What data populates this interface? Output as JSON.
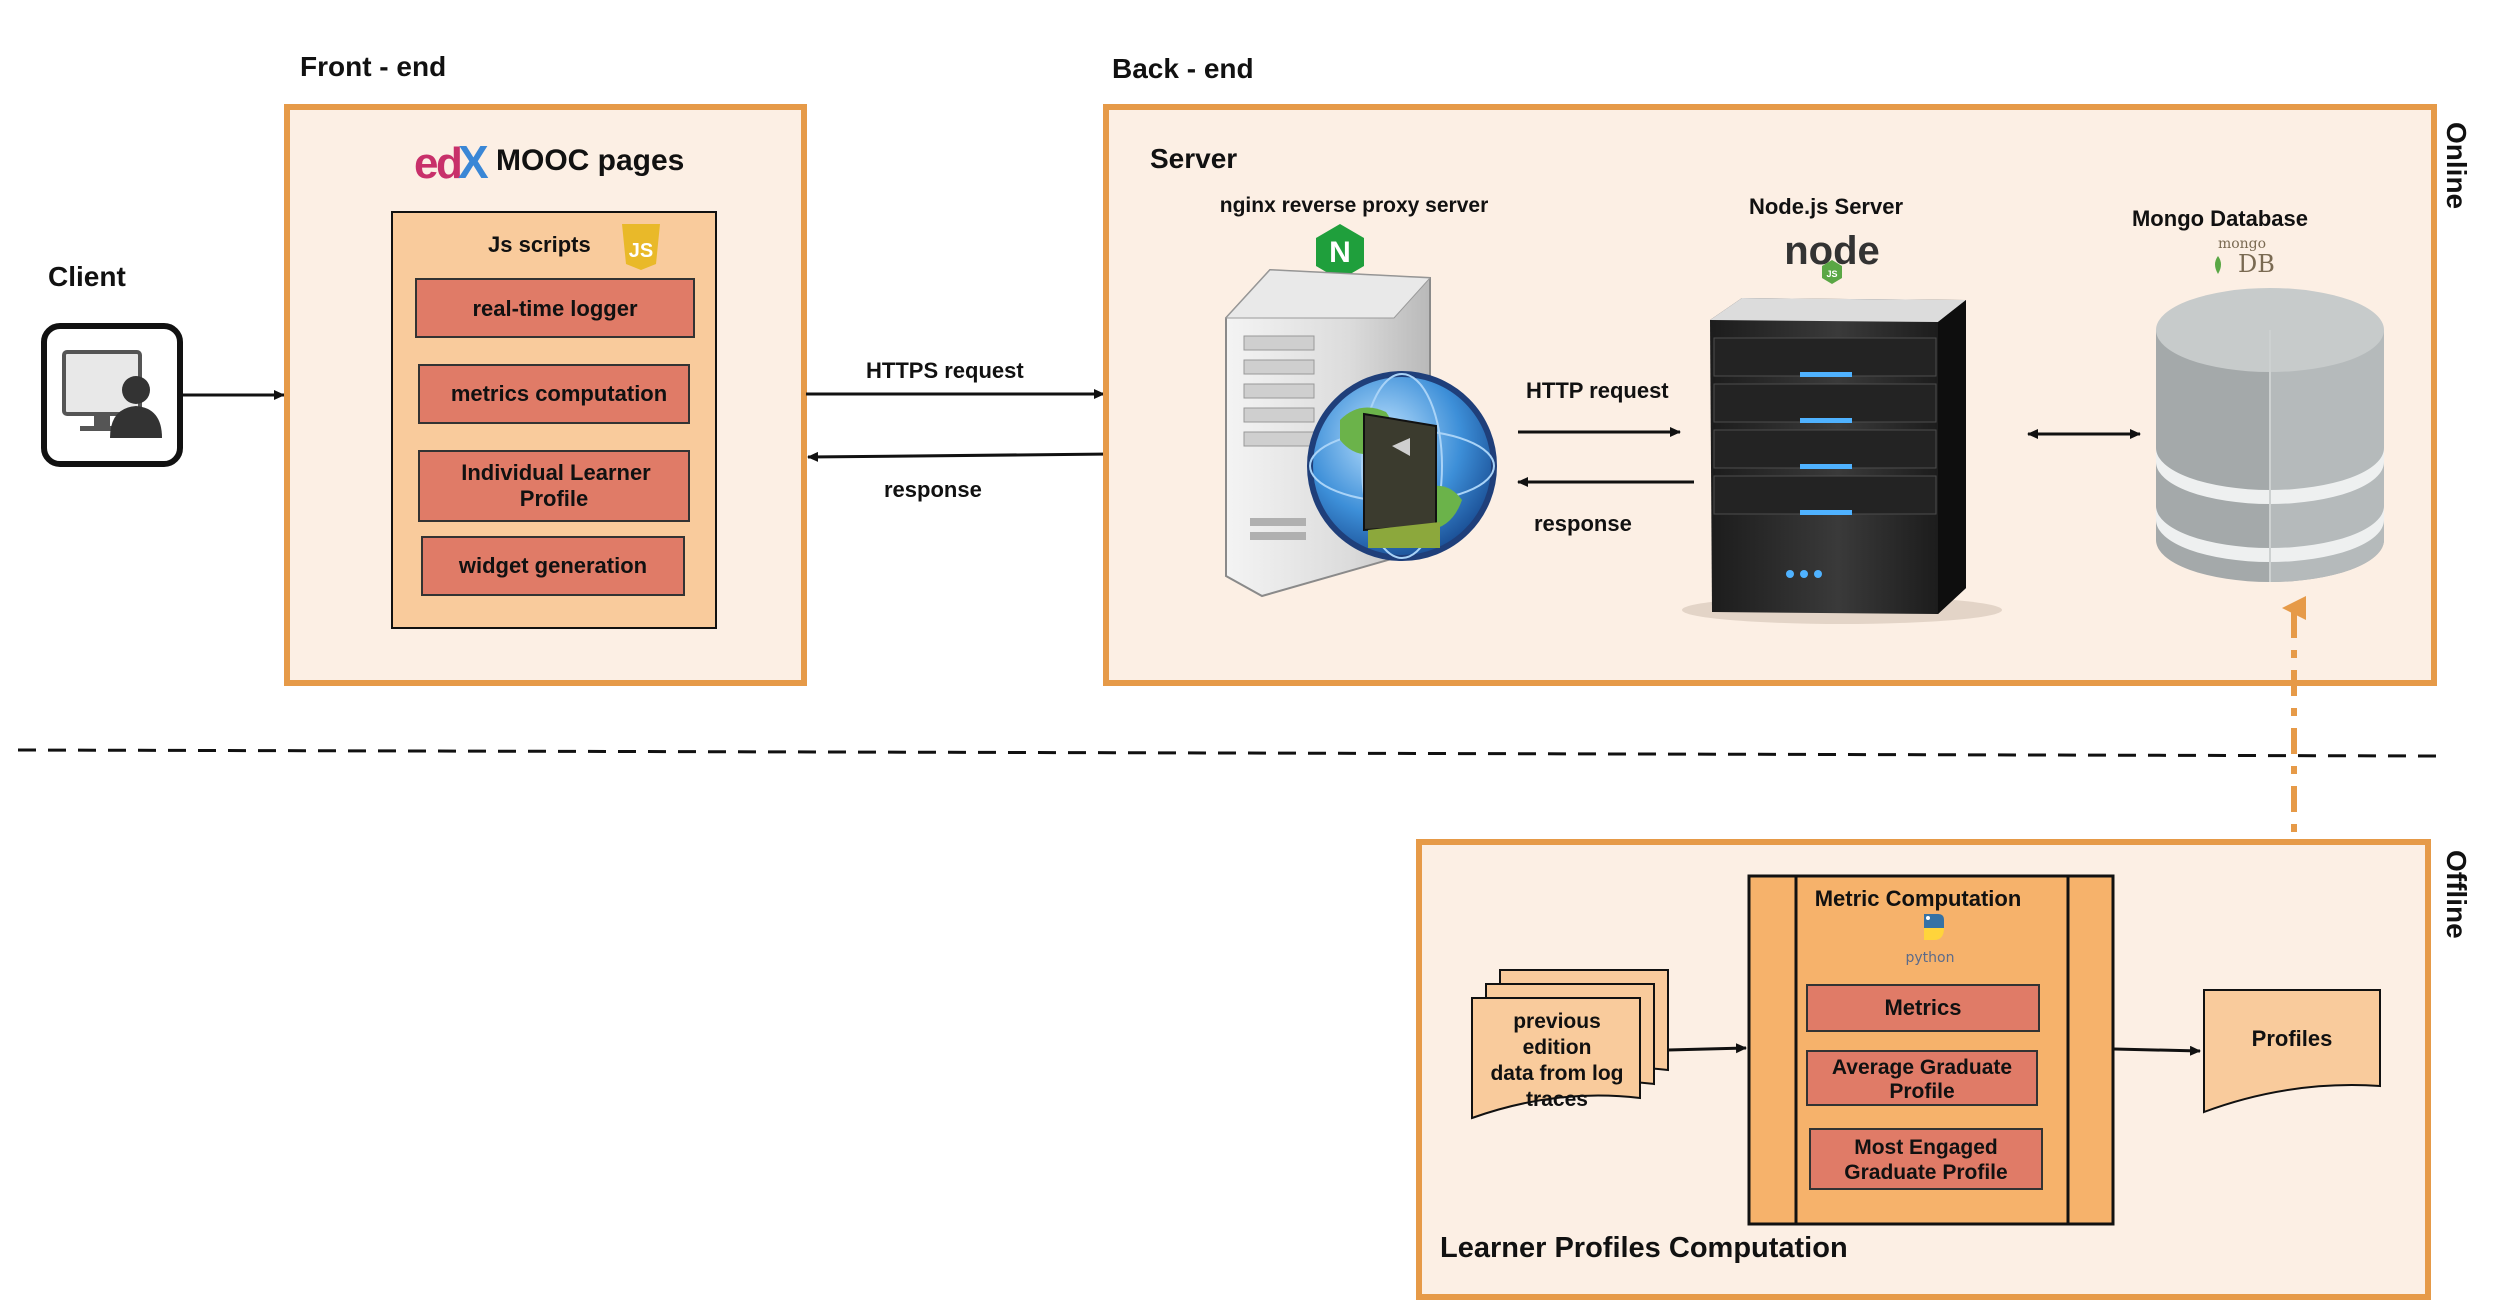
{
  "colors": {
    "panel_fill": "#fcefe4",
    "panel_border": "#e69a48",
    "inner_box_fill": "#f9cb9c",
    "module_fill": "#e07b67",
    "pipeline_fill": "#f6b26b",
    "offline_arrow": "#e69a48"
  },
  "sections": {
    "frontend": "Front - end",
    "backend": "Back - end",
    "client": "Client",
    "online": "Online",
    "offline": "Offline"
  },
  "frontend": {
    "logo": "edX",
    "title": "MOOC pages",
    "scripts_title": "Js scripts",
    "js_logo": "JS",
    "modules": [
      "real-time logger",
      "metrics computation",
      "Individual Learner Profile",
      "widget generation"
    ]
  },
  "edges": {
    "https_request": "HTTPS request",
    "response_frontend": "response",
    "http_request": "HTTP request",
    "response_backend": "response"
  },
  "server": {
    "title": "Server",
    "nginx_label": "nginx reverse proxy server",
    "nginx_logo": "N",
    "node_label": "Node.js Server",
    "node_logo": "node",
    "node_badge": "JS",
    "mongo_label": "Mongo Database",
    "mongo_logo_top": "mongo",
    "mongo_logo_bottom": "DB"
  },
  "offline_panel": {
    "title": "Learner Profiles Computation",
    "input_doc_lines": [
      "previous",
      "edition",
      "data from log",
      "traces"
    ],
    "metric_title": "Metric Computation",
    "python_logo": "python",
    "metric_items": [
      "Metrics",
      "Average Graduate Profile",
      "Most Engaged Graduate Profile"
    ],
    "output_doc": "Profiles"
  },
  "icons": [
    "monitor-user-icon",
    "edx-logo",
    "js-logo",
    "nginx-logo",
    "proxy-server-icon",
    "globe-icon",
    "nodejs-logo",
    "server-rack-icon",
    "mongodb-logo",
    "database-cylinder-icon",
    "python-logo",
    "document-stack-icon",
    "document-icon"
  ]
}
